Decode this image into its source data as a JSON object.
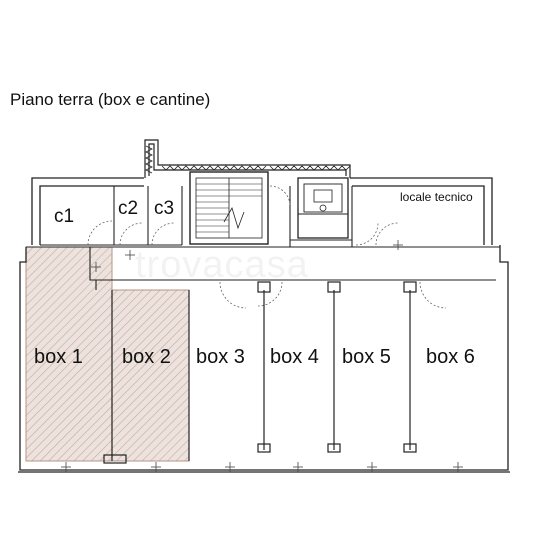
{
  "title": "Piano terra (box e cantine)",
  "watermark": "trovacasa",
  "rooms": {
    "c1": "c1",
    "c2": "c2",
    "c3": "c3",
    "locale_tecnico": "locale tecnico",
    "box1": "box 1",
    "box2": "box 2",
    "box3": "box 3",
    "box4": "box 4",
    "box5": "box 5",
    "box6": "box 6"
  },
  "colors": {
    "wall": "#222222",
    "highlight_fill": "#e9ded8",
    "hatch": "#c9a79a",
    "room_border": "#cfcfcf"
  }
}
